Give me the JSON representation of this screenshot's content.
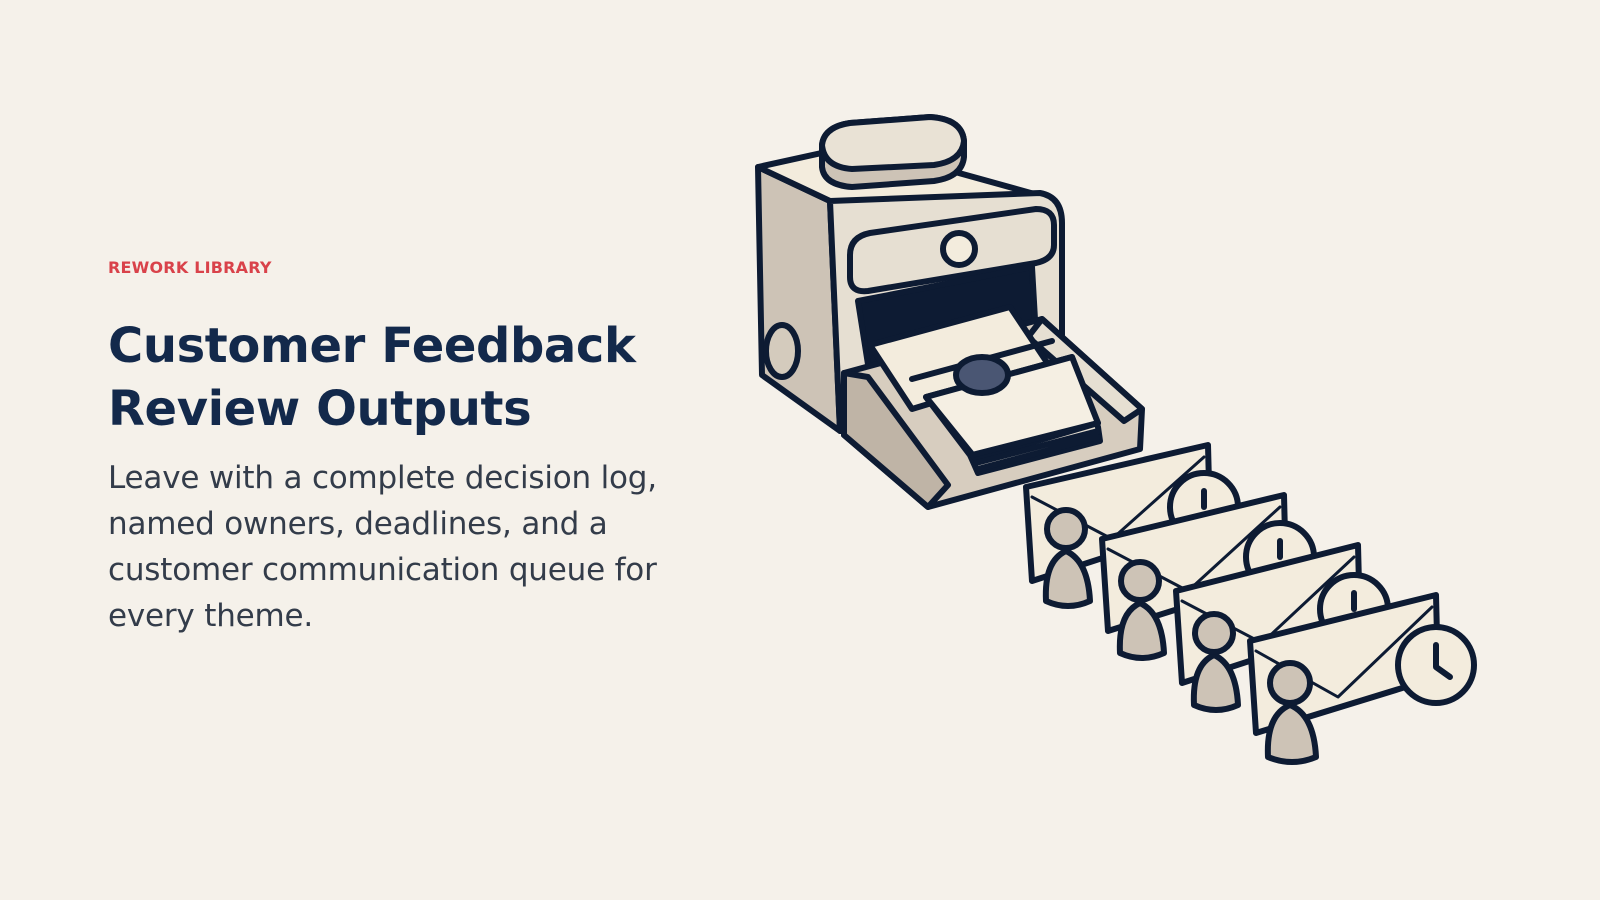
{
  "slide": {
    "eyebrow": "REWORK LIBRARY",
    "title_line1": "Customer Feedback",
    "title_line2": "Review Outputs",
    "subtitle": "Leave with a complete decision log, named owners, deadlines, and a customer communication queue for every theme."
  },
  "colors": {
    "background": "#f5f1ea",
    "accent": "#d9424a",
    "title": "#13294b",
    "body_text": "#333c4a",
    "outline": "#0d1b33",
    "cream": "#f3ecdd",
    "taupe": "#cdc3b6"
  },
  "illustration": {
    "subject": "document printer outputting envelopes with owners and clocks",
    "icons": [
      "printer-icon",
      "document-stack-icon",
      "envelope-icon",
      "person-icon",
      "clock-icon"
    ]
  }
}
